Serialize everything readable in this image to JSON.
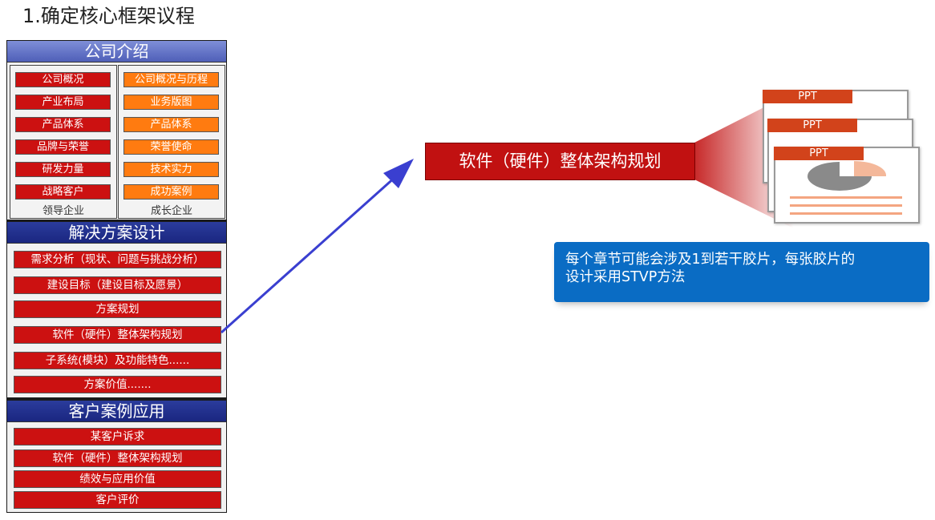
{
  "page_title": "1.确定核心框架议程",
  "company_intro": {
    "title": "公司介绍",
    "left_column": {
      "items": [
        "公司概况",
        "产业布局",
        "产品体系",
        "品牌与荣誉",
        "研发力量",
        "战略客户"
      ],
      "label": "领导企业"
    },
    "right_column": {
      "items": [
        "公司概况与历程",
        "业务版图",
        "产品体系",
        "荣誉使命",
        "技术实力",
        "成功案例"
      ],
      "label": "成长企业"
    }
  },
  "solution_design": {
    "title": "解决方案设计",
    "items": [
      "需求分析（现状、问题与挑战分析）",
      "建设目标（建设目标及愿景）",
      "方案规划",
      "软件（硬件）整体架构规划",
      "子系统(模块）及功能特色......",
      "方案价值......."
    ]
  },
  "case_application": {
    "title": "客户案例应用",
    "items": [
      "某客户诉求",
      "软件（硬件）整体架构规划",
      "绩效与应用价值",
      "客户评价"
    ]
  },
  "main_box": {
    "label": "软件（硬件）整体架构规划"
  },
  "ppt_slides": [
    {
      "tab": "PPT"
    },
    {
      "tab": "PPT"
    },
    {
      "tab": "PPT"
    }
  ],
  "callout": {
    "line1": "每个章节可能会涉及1到若干胶片，每张胶片的",
    "line2": "设计采用STVP方法"
  },
  "colors": {
    "red": "#cc1111",
    "orange": "#ff7b10",
    "navy": "#1a2680",
    "callout_blue": "#0a6cc4",
    "arrow_blue": "#3a3fd0"
  }
}
